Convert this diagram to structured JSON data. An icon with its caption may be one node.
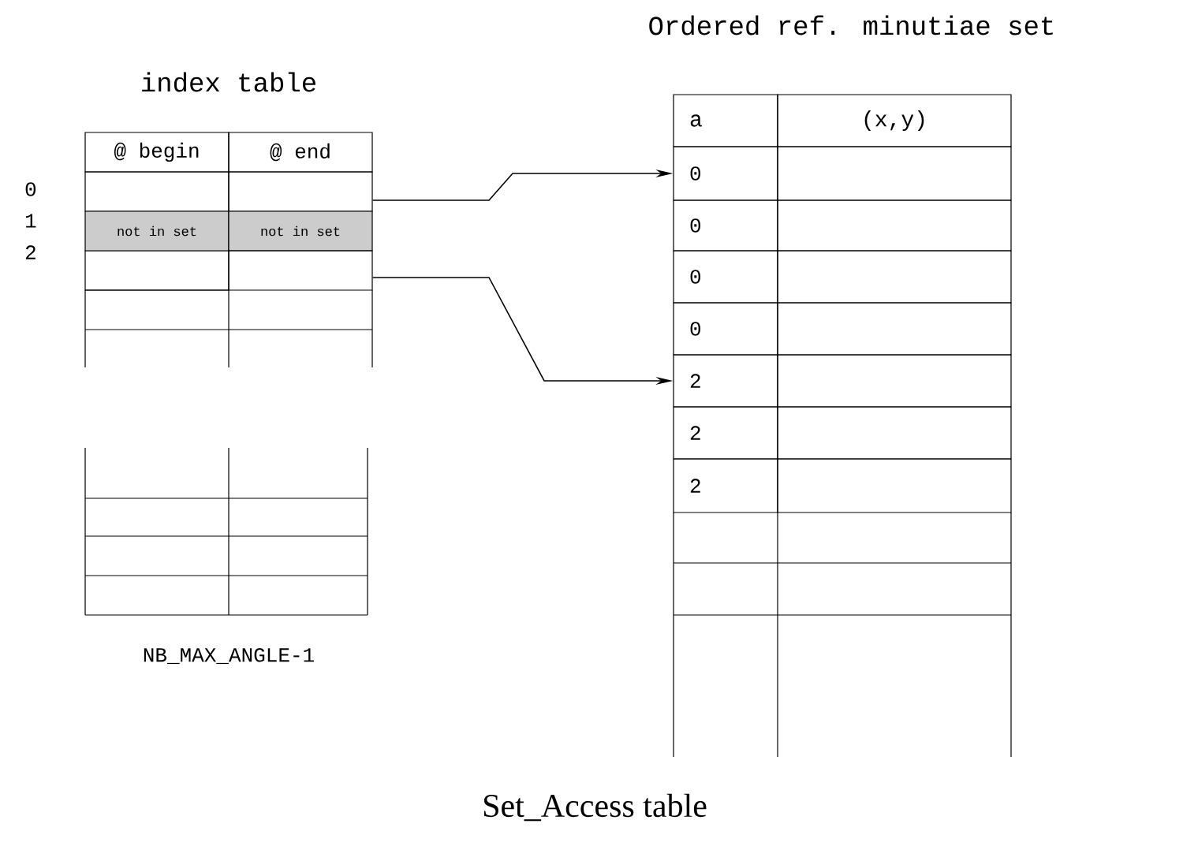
{
  "diagram": {
    "caption": "Set_Access table",
    "nodes": [
      {
        "text": [
          "@ begin"
        ]
      },
      {
        "text": [
          "@ end"
        ]
      },
      {
        "text": [],
        "shape": "box"
      },
      {
        "text": [
          "not in set"
        ]
      },
      {
        "text": [
          "not in set"
        ]
      },
      {
        "text": [],
        "shape": "box"
      },
      {
        "text": [
          "a"
        ]
      },
      {
        "text": [
          "(x,y)"
        ]
      },
      {
        "text": [
          "0"
        ]
      },
      {
        "text": [
          "0"
        ]
      },
      {
        "text": [
          "0"
        ]
      },
      {
        "text": [
          "0"
        ]
      },
      {
        "text": [
          "2"
        ]
      },
      {
        "text": [
          "2"
        ]
      },
      {
        "text": [
          "2"
        ]
      }
    ],
    "edges": [
      {
        "from": 2,
        "to": 8,
        "arrow": "to"
      },
      {
        "from": 5,
        "to": 12,
        "arrow": "to"
      }
    ],
    "labels": [
      "Ordered ref.  minutiae set",
      "index table",
      "0",
      "1",
      "2",
      "NB_MAX_ANGLE-1"
    ]
  }
}
